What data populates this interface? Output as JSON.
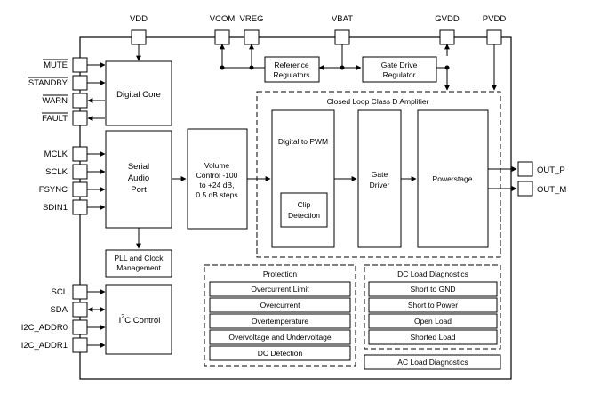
{
  "pins_top": {
    "vdd": "VDD",
    "vcom": "VCOM",
    "vreg": "VREG",
    "vbat": "VBAT",
    "gvdd": "GVDD",
    "pvdd": "PVDD"
  },
  "pins_left": {
    "mute": "MUTE",
    "standby": "STANDBY",
    "warn": "WARN",
    "fault": "FAULT",
    "mclk": "MCLK",
    "sclk": "SCLK",
    "fsync": "FSYNC",
    "sdin1": "SDIN1",
    "scl": "SCL",
    "sda": "SDA",
    "i2c_addr0": "I2C_ADDR0",
    "i2c_addr1": "I2C_ADDR1"
  },
  "pins_right": {
    "out_p": "OUT_P",
    "out_m": "OUT_M"
  },
  "blocks": {
    "digital_core": "Digital Core",
    "serial_audio_port": [
      "Serial",
      "Audio",
      "Port"
    ],
    "pll": [
      "PLL and Clock",
      "Management"
    ],
    "i2c_control_pre": "I",
    "i2c_control_sup": "2",
    "i2c_control_post": "C Control",
    "volume": [
      "Volume",
      "Control -100",
      "to +24 dB,",
      "0.5 dB steps"
    ],
    "reference_regulators": [
      "Reference",
      "Regulators"
    ],
    "gate_drive_regulator": [
      "Gate Drive",
      "Regulator"
    ],
    "closed_loop_title": "Closed Loop Class D Amplifier",
    "digital_to_pwm": "Digital to PWM",
    "clip_detection": [
      "Clip",
      "Detection"
    ],
    "gate_driver": [
      "Gate",
      "Driver"
    ],
    "powerstage": "Powerstage"
  },
  "protection": {
    "title": "Protection",
    "items": [
      "Overcurrent Limit",
      "Overcurrent",
      "Overtemperature",
      "Overvoltage and Undervoltage",
      "DC Detection"
    ]
  },
  "dc_diag": {
    "title": "DC Load Diagnostics",
    "items": [
      "Short to GND",
      "Short to Power",
      "Open Load",
      "Shorted Load"
    ]
  },
  "ac_diag": {
    "title": "AC Load Diagnostics"
  }
}
